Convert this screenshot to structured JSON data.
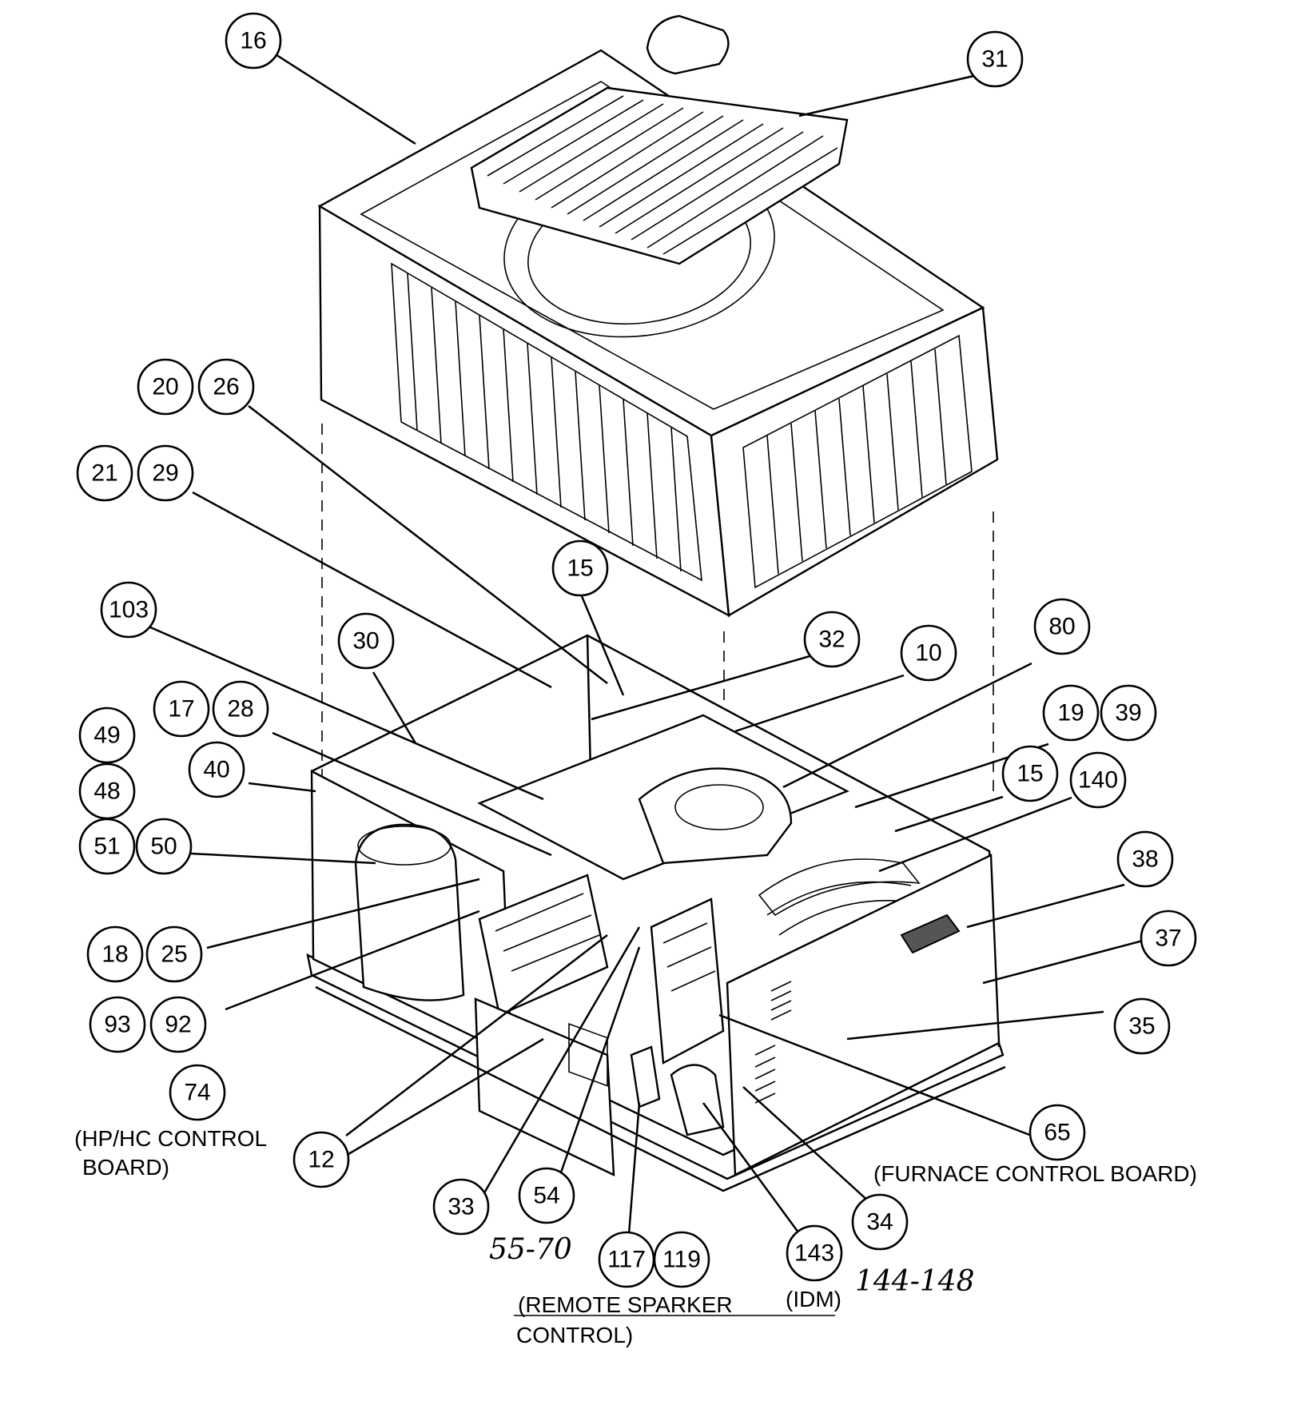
{
  "callouts": [
    {
      "id": "c16",
      "label": "16"
    },
    {
      "id": "c31",
      "label": "31"
    },
    {
      "id": "c20",
      "label": "20"
    },
    {
      "id": "c26",
      "label": "26"
    },
    {
      "id": "c21",
      "label": "21"
    },
    {
      "id": "c29",
      "label": "29"
    },
    {
      "id": "c15a",
      "label": "15"
    },
    {
      "id": "c103",
      "label": "103"
    },
    {
      "id": "c30",
      "label": "30"
    },
    {
      "id": "c32",
      "label": "32"
    },
    {
      "id": "c10",
      "label": "10"
    },
    {
      "id": "c80",
      "label": "80"
    },
    {
      "id": "c17",
      "label": "17"
    },
    {
      "id": "c28",
      "label": "28"
    },
    {
      "id": "c49",
      "label": "49"
    },
    {
      "id": "c19",
      "label": "19"
    },
    {
      "id": "c39",
      "label": "39"
    },
    {
      "id": "c40",
      "label": "40"
    },
    {
      "id": "c48",
      "label": "48"
    },
    {
      "id": "c15b",
      "label": "15"
    },
    {
      "id": "c140",
      "label": "140"
    },
    {
      "id": "c51",
      "label": "51"
    },
    {
      "id": "c50",
      "label": "50"
    },
    {
      "id": "c38",
      "label": "38"
    },
    {
      "id": "c37",
      "label": "37"
    },
    {
      "id": "c18",
      "label": "18"
    },
    {
      "id": "c25",
      "label": "25"
    },
    {
      "id": "c35",
      "label": "35"
    },
    {
      "id": "c93",
      "label": "93"
    },
    {
      "id": "c92",
      "label": "92"
    },
    {
      "id": "c74",
      "label": "74"
    },
    {
      "id": "c65",
      "label": "65"
    },
    {
      "id": "c12",
      "label": "12"
    },
    {
      "id": "c33",
      "label": "33"
    },
    {
      "id": "c54",
      "label": "54"
    },
    {
      "id": "c34",
      "label": "34"
    },
    {
      "id": "c143",
      "label": "143"
    },
    {
      "id": "c117",
      "label": "117"
    },
    {
      "id": "c119",
      "label": "119"
    }
  ],
  "notes": {
    "hp_hc_line1": "(HP/HC CONTROL",
    "hp_hc_line2": "BOARD)",
    "furnace": "(FURNACE CONTROL BOARD)",
    "remote_line1": "(REMOTE SPARKER",
    "remote_line2": "CONTROL)",
    "idm": "(IDM)"
  },
  "handwritten": {
    "range_a": "55-70",
    "range_b": "144-148"
  }
}
